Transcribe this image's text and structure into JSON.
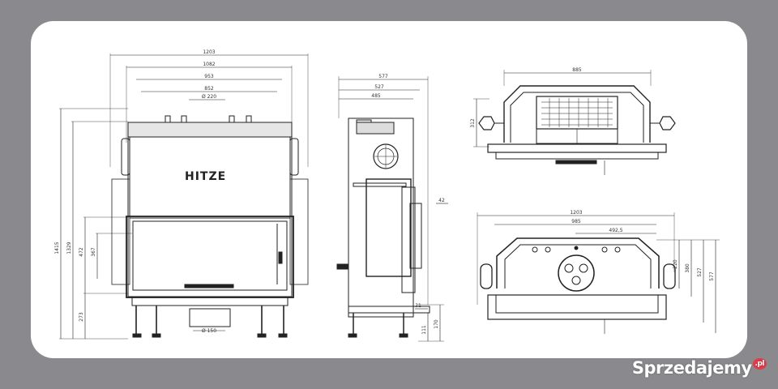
{
  "brand": "HITZE",
  "watermark": {
    "name": "Sprzedajemy",
    "tld": ".pl"
  },
  "front_view": {
    "top_dims": [
      "1203",
      "1082",
      "953",
      "852",
      "Ø 220"
    ],
    "left_dims": [
      "1415",
      "1329",
      "472",
      "367",
      "273"
    ],
    "bottom_dim": "Ø 150"
  },
  "side_view": {
    "top_dims": [
      "577",
      "527",
      "485"
    ],
    "right_dims": [
      "42",
      "31",
      "111",
      "170"
    ]
  },
  "top_view": {
    "width_dim": "885",
    "depth_dim": "312"
  },
  "plan_view": {
    "top_dims": [
      "1203",
      "985",
      "492,5"
    ],
    "right_dims": [
      "220",
      "380",
      "527",
      "577"
    ]
  },
  "colors": {
    "background": "#8a8a8e",
    "card": "#ffffff",
    "line": "#222222",
    "watermark_badge": "#e23b4a"
  }
}
